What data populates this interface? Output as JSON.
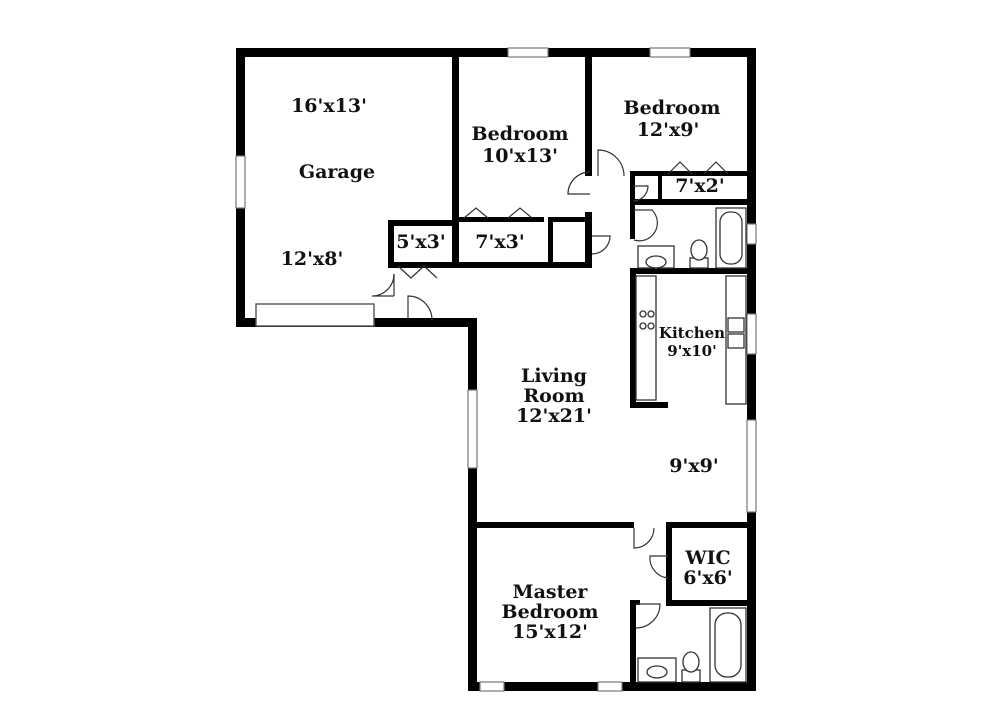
{
  "rooms": {
    "garage": {
      "name": "Garage",
      "dim_top": "16'x13'",
      "dim_bottom": "12'x8'"
    },
    "bedroom_2": {
      "name": "Bedroom",
      "dim": "10'x13'"
    },
    "bedroom_3": {
      "name": "Bedroom",
      "dim": "12'x9'"
    },
    "closet_bed3": {
      "dim": "7'x2'"
    },
    "closet_hall": {
      "dim": "5'x3'"
    },
    "closet_bed2": {
      "dim": "7'x3'"
    },
    "kitchen": {
      "name": "Kitchen",
      "dim": "9'x10'"
    },
    "living_room": {
      "name_line1": "Living",
      "name_line2": "Room",
      "dim": "12'x21'"
    },
    "dining": {
      "dim": "9'x9'"
    },
    "wic": {
      "name": "WIC",
      "dim": "6'x6'"
    },
    "master_bedroom": {
      "name_line1": "Master",
      "name_line2": "Bedroom",
      "dim": "15'x12'"
    }
  }
}
